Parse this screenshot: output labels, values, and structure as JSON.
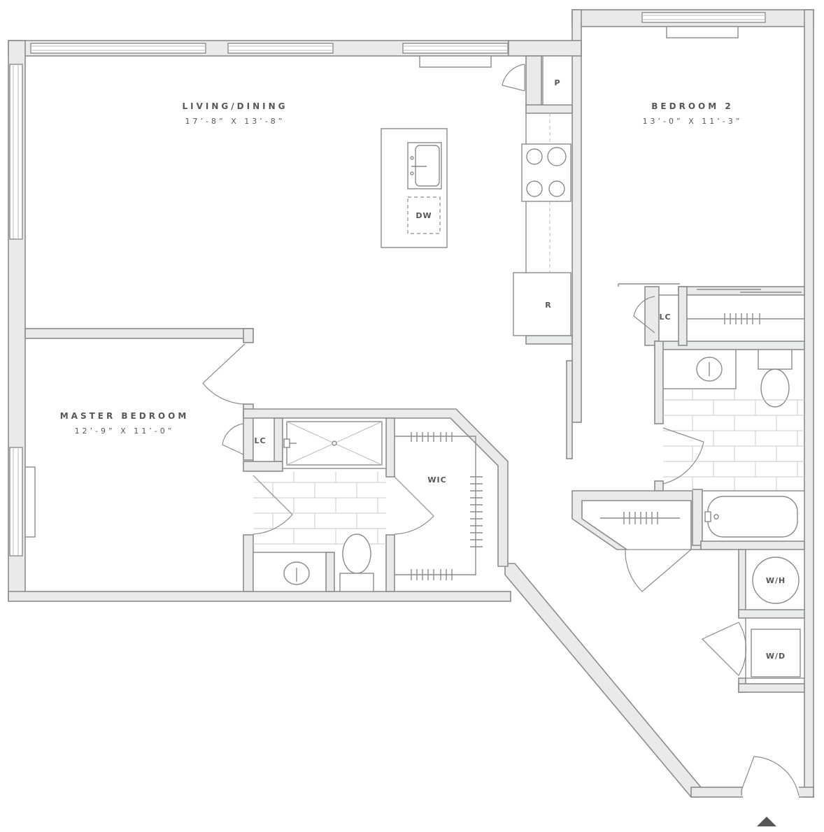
{
  "rooms": {
    "living": {
      "name": "LIVING/DINING",
      "size": "17’-8” X 13’-8”"
    },
    "bedroom2": {
      "name": "BEDROOM 2",
      "size": "13’-0” X 11’-3”"
    },
    "master": {
      "name": "MASTER BEDROOM",
      "size": "12’-9” X 11’-0”"
    }
  },
  "labels": {
    "pantry": "P",
    "dishwasher": "DW",
    "refrigerator": "R",
    "linen_closet_master": "LC",
    "linen_closet_bed2": "LC",
    "walk_in_closet": "WIC",
    "water_heater": "W/H",
    "washer_dryer": "W/D"
  },
  "colors": {
    "wall_fill": "#e9eaeb",
    "line": "#8a8c8e",
    "text": "#555759"
  },
  "icons": {
    "entry": "north-arrow-icon"
  }
}
